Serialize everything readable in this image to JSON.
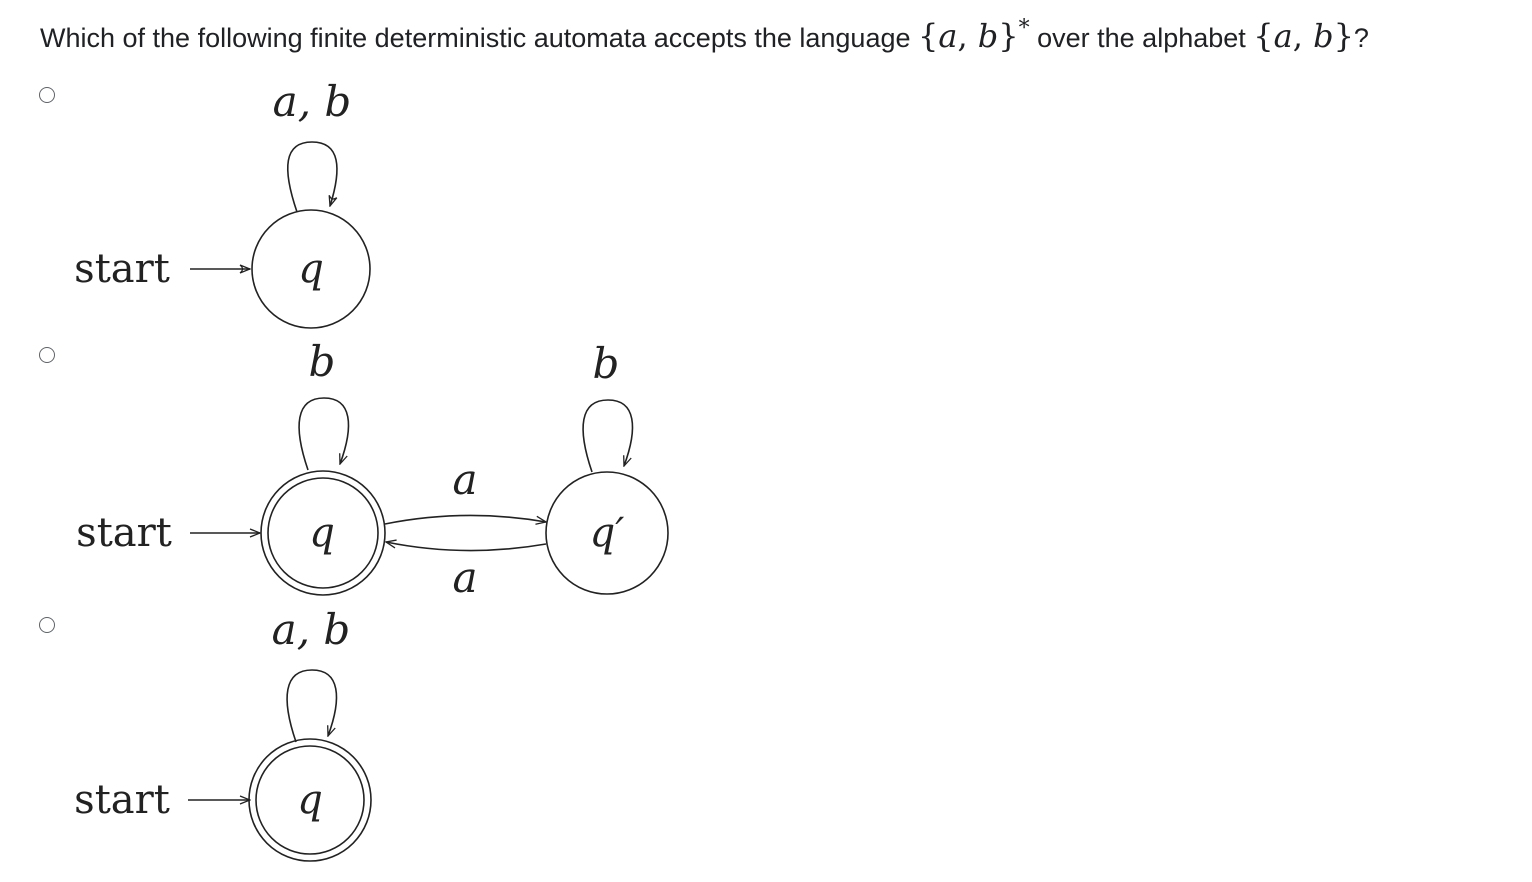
{
  "question": {
    "prefix": "Which of the following finite deterministic automata accepts the language ",
    "language_open": "{",
    "language_a": "a",
    "language_sep": ", ",
    "language_b": "b",
    "language_close": "}",
    "language_star": "*",
    "middle": " over the alphabet ",
    "alphabet_open": "{",
    "alphabet_a": "a",
    "alphabet_sep": ", ",
    "alphabet_b": "b",
    "alphabet_close": "}",
    "suffix": "?"
  },
  "options": [
    {
      "start_label": "start",
      "loop_label": "a, b",
      "state_label": "q",
      "accepting": false
    },
    {
      "start_label": "start",
      "loop_label_q": "b",
      "loop_label_q2": "b",
      "state_label_q": "q",
      "state_label_q2": "q′",
      "edge_label_top": "a",
      "edge_label_bottom": "a",
      "accepting_q": true,
      "accepting_q2": false
    },
    {
      "start_label": "start",
      "loop_label": "a, b",
      "state_label": "q",
      "accepting": true
    }
  ],
  "colors": {
    "text": "#202124",
    "stroke": "#222222",
    "radio_border": "#5f6368"
  }
}
